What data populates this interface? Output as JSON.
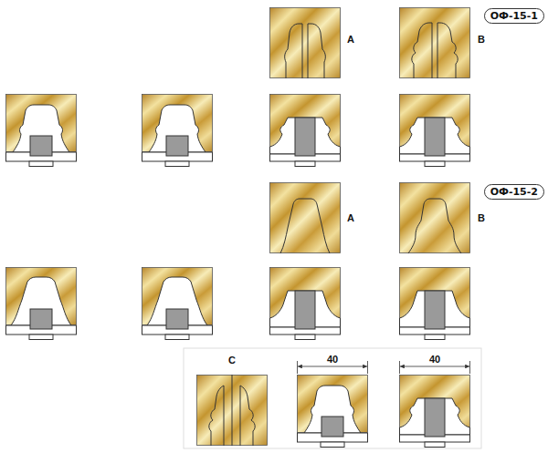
{
  "diagram": {
    "nodes": [
      {
        "text": [
          "ОФ-15-1"
        ]
      },
      {
        "text": [
          "ОФ-15-2"
        ]
      }
    ],
    "labels": [
      "A",
      "B",
      "A",
      "B",
      "C",
      "40",
      "40"
    ]
  }
}
